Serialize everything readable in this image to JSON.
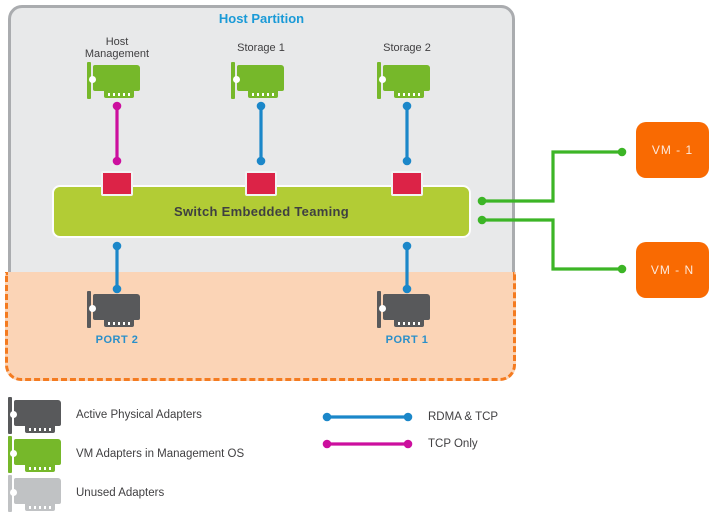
{
  "host_partition": {
    "title": "Host Partition",
    "adapters": [
      {
        "label": "Host Management",
        "connection": "TCP Only"
      },
      {
        "label": "Storage 1",
        "connection": "RDMA & TCP"
      },
      {
        "label": "Storage 2",
        "connection": "RDMA & TCP"
      }
    ],
    "team_label": "Switch Embedded Teaming",
    "ports": [
      {
        "label": "PORT 2"
      },
      {
        "label": "PORT 1"
      }
    ]
  },
  "vms": [
    {
      "label": "VM - 1"
    },
    {
      "label": "VM - N"
    }
  ],
  "legend": {
    "adapters": [
      {
        "label": "Active Physical Adapters"
      },
      {
        "label": "VM Adapters in Management OS"
      },
      {
        "label": "Unused Adapters"
      }
    ],
    "lines": [
      {
        "label": "RDMA & TCP"
      },
      {
        "label": "TCP Only"
      }
    ]
  },
  "colors": {
    "partition_bg": "#E8E9EA",
    "partition_border": "#AAACAF",
    "zone_bg": "#FBD4B6",
    "zone_border": "#F47B20",
    "team_green": "#B2CC35",
    "port_red": "#DC2347",
    "nic_green": "#76B82A",
    "nic_dark": "#58595B",
    "nic_gray": "#C0C2C4",
    "line_blue": "#1B87C9",
    "line_magenta": "#CC0F9E",
    "line_green": "#3CB526",
    "vm_orange": "#F96A02",
    "title_blue": "#1A9AD7",
    "port_label_blue": "#2A8FC9",
    "text_dark": "#414042"
  }
}
